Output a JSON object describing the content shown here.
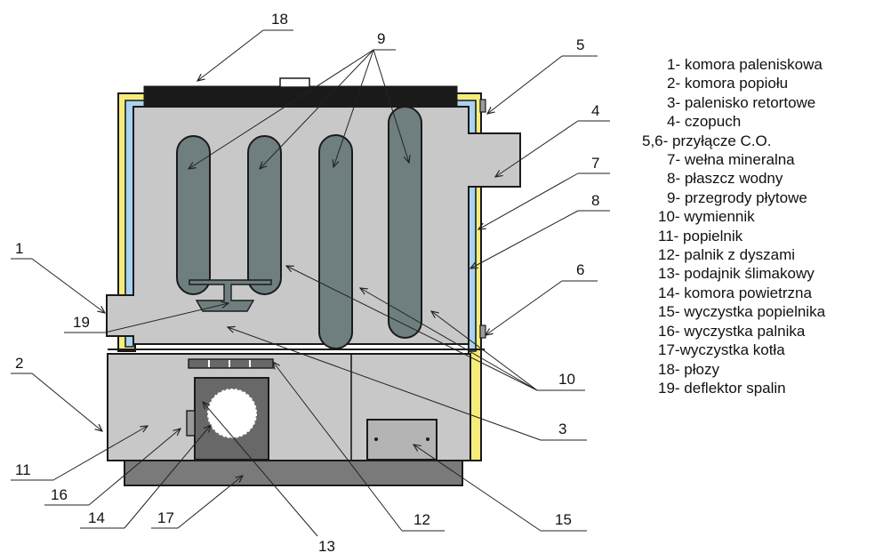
{
  "colors": {
    "body": "#c8c8c8",
    "outline": "#1a1a1a",
    "insulation": "#f5ec7a",
    "water_jacket": "#a9d3f0",
    "baffle": "#6f7f80",
    "skid": "#7a7a7a",
    "top_plate": "#1a1a1a",
    "combustion_chamber": "#686868"
  },
  "callout_numbers": {
    "n1": "1",
    "n2": "2",
    "n3": "3",
    "n4": "4",
    "n5": "5",
    "n6": "6",
    "n7": "7",
    "n8": "8",
    "n9": "9",
    "n10": "10",
    "n11": "11",
    "n12": "12",
    "n13": "13",
    "n14": "14",
    "n15": "15",
    "n16": "16",
    "n17": "17",
    "n18": "18",
    "n19": "19"
  },
  "legend": [
    "1- komora paleniskowa",
    "2- komora popiołu",
    "3- palenisko retortowe",
    "4- czopuch",
    "5,6- przyłącze C.O.",
    "7- wełna mineralna",
    "8- płaszcz wodny",
    "9- przegrody płytowe",
    "10- wymiennik",
    "11- popielnik",
    "12- palnik z dyszami",
    "13- podajnik ślimakowy",
    "14- komora powietrzna",
    "15- wyczystka popielnika",
    "16- wyczystka palnika",
    "17-wyczystka kotła",
    "18- płozy",
    "19- deflektor spalin"
  ]
}
